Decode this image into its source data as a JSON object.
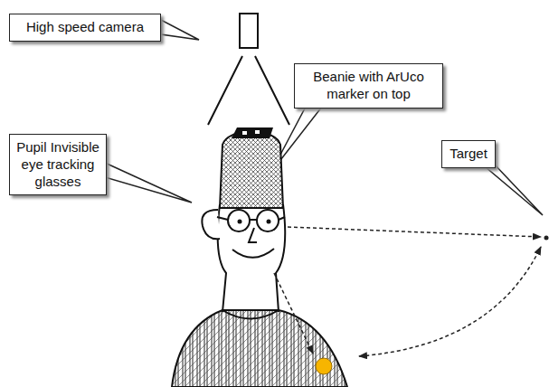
{
  "diagram": {
    "nodes": [
      {
        "text": [
          "High speed camera"
        ]
      },
      {
        "text": [
          "Beanie with ArUco marker on top"
        ]
      },
      {
        "text": [
          "Pupil Invisible eye tracking glasses"
        ]
      },
      {
        "text": [
          "Target"
        ]
      }
    ]
  }
}
